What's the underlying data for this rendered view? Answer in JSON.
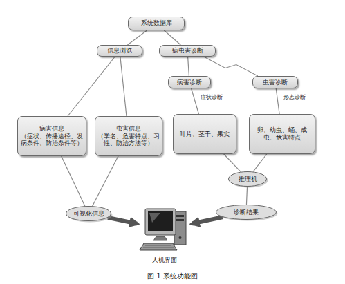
{
  "diagram": {
    "caption": "图 1 系统功能图",
    "nodes": [
      {
        "text": [
          "系统数据库"
        ]
      },
      {
        "text": [
          "信息浏览"
        ]
      },
      {
        "text": [
          "病虫害诊断"
        ]
      },
      {
        "text": [
          "病害诊断"
        ]
      },
      {
        "text": [
          "虫害诊断"
        ]
      },
      {
        "text": [
          "病害信息",
          "（症状、传播途径、发病条件、防治条件等）"
        ]
      },
      {
        "text": [
          "虫害信息",
          "（学名、危害特点、习性、防治方法等）"
        ]
      },
      {
        "text": [
          "叶片、茎干、果实"
        ]
      },
      {
        "text": [
          "卵、幼虫、蛹、成虫、危害特点"
        ]
      },
      {
        "text": [
          "推理机"
        ]
      },
      {
        "text": [
          "可视化信息"
        ]
      },
      {
        "text": [
          "诊断结果"
        ]
      },
      {
        "text": [
          "人机界面"
        ]
      }
    ],
    "edges": [
      {
        "from": 0,
        "to": 1,
        "arrow": "none"
      },
      {
        "from": 0,
        "to": 2,
        "arrow": "none"
      },
      {
        "from": 1,
        "to": 5,
        "arrow": "none"
      },
      {
        "from": 1,
        "to": 6,
        "arrow": "none"
      },
      {
        "from": 2,
        "to": 3,
        "arrow": "none"
      },
      {
        "from": 2,
        "to": 4,
        "arrow": "none"
      },
      {
        "from": 3,
        "to": 7,
        "label": "症状诊断",
        "arrow": "none"
      },
      {
        "from": 4,
        "to": 8,
        "label": "形态诊断",
        "arrow": "none"
      },
      {
        "from": 7,
        "to": 9,
        "arrow": "none"
      },
      {
        "from": 8,
        "to": 9,
        "arrow": "none"
      },
      {
        "from": 9,
        "to": 11,
        "arrow": "none"
      },
      {
        "from": 5,
        "to": 10,
        "arrow": "none"
      },
      {
        "from": 6,
        "to": 10,
        "arrow": "none"
      },
      {
        "from": 10,
        "to": 12,
        "arrow": "to"
      },
      {
        "from": 11,
        "to": 12,
        "arrow": "to"
      }
    ]
  }
}
